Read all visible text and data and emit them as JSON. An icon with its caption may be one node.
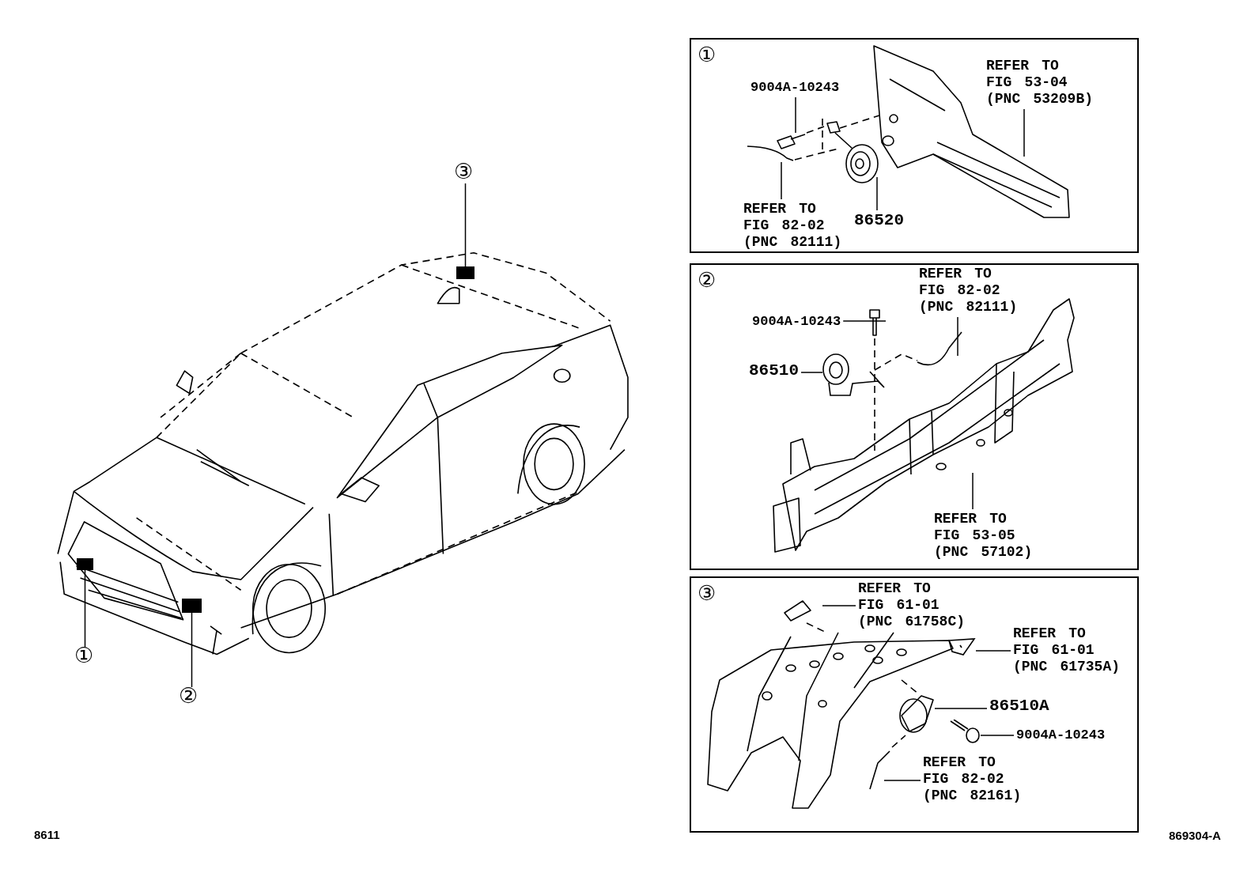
{
  "diagram": {
    "nodes": [
      {
        "text": [
          "③"
        ]
      },
      {
        "text": [],
        "shape": "box"
      },
      {
        "text": [
          "①"
        ]
      },
      {
        "text": [],
        "shape": "box"
      },
      {
        "text": [
          "②"
        ]
      },
      {
        "text": [],
        "shape": "box"
      },
      {
        "text": [
          "①"
        ]
      },
      {
        "text": [
          "9004A-10243"
        ],
        "in": 6
      },
      {
        "text": [
          "REFER TO FIG 53-04 (PNC 53209B)"
        ],
        "in": 6
      },
      {
        "text": [
          "REFER TO FIG 82-02 (PNC 82111)"
        ],
        "in": 6
      },
      {
        "text": [
          "86520"
        ],
        "in": 6
      },
      {
        "text": [
          "②"
        ]
      },
      {
        "text": [
          "REFER TO FIG 82-02 (PNC 82111)"
        ],
        "in": 11
      },
      {
        "text": [
          "9004A-10243"
        ],
        "in": 11
      },
      {
        "text": [
          "86510"
        ],
        "in": 11
      },
      {
        "text": [
          "REFER TO FIG 53-05 (PNC 57102)"
        ],
        "in": 11
      },
      {
        "text": [
          "③"
        ]
      },
      {
        "text": [
          "REFER TO FIG 61-01 (PNC 61758C)"
        ],
        "in": 16
      },
      {
        "text": [
          "REFER TO FIG 61-01 (PNC 61735A)"
        ],
        "in": 16
      },
      {
        "text": [
          "86510A"
        ],
        "in": 16
      },
      {
        "text": [
          "9004A-10243"
        ],
        "in": 16
      },
      {
        "text": [
          "REFER TO FIG 82-02 (PNC 82161)"
        ],
        "in": 16
      },
      {
        "text": [],
        "shape": "picture",
        "in": 11
      },
      {
        "text": [],
        "shape": "picture",
        "in": 16
      },
      {
        "text": [],
        "shape": "picture",
        "in": 16
      }
    ],
    "edges": [
      {
        "from": 0,
        "to": 1,
        "arrow": "none"
      },
      {
        "from": 2,
        "to": 3,
        "arrow": "none"
      },
      {
        "from": 4,
        "to": 5,
        "arrow": "none"
      },
      {
        "from": 7,
        "to": null,
        "arrow": "none"
      },
      {
        "from": 8,
        "to": null,
        "arrow": "none"
      },
      {
        "from": 9,
        "to": null,
        "arrow": "none"
      },
      {
        "from": 10,
        "to": null,
        "arrow": "none"
      },
      {
        "from": 12,
        "to": null,
        "arrow": "none"
      },
      {
        "from": 13,
        "to": null,
        "arrow": "none"
      },
      {
        "from": 14,
        "to": 22,
        "arrow": "none"
      },
      {
        "from": 15,
        "to": null,
        "arrow": "none"
      },
      {
        "from": 17,
        "to": null,
        "arrow": "none"
      },
      {
        "from": 18,
        "to": 23,
        "arrow": "none"
      },
      {
        "from": 19,
        "to": null,
        "arrow": "none"
      },
      {
        "from": 20,
        "to": 24,
        "arrow": "none"
      },
      {
        "from": 21,
        "to": null,
        "arrow": "none"
      }
    ],
    "labels": [
      "8611",
      "869304-A"
    ]
  }
}
